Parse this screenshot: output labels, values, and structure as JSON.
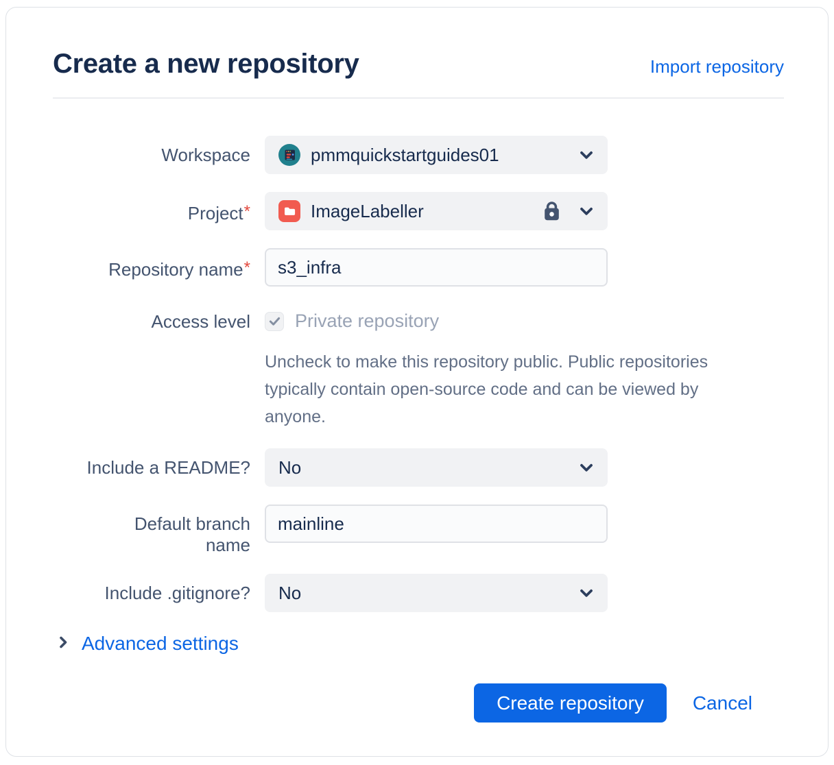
{
  "colors": {
    "accent_blue": "#0C66E4",
    "heading_text": "#172B4D",
    "label_text": "#44546F",
    "value_text": "#172B4D",
    "help_text": "#626F86",
    "disabled_text": "#99A3B5",
    "select_background": "#F1F2F4",
    "input_background": "#FAFBFC",
    "input_border": "#DFE1E6",
    "card_border": "#DEE1E6",
    "divider": "#EBECF0",
    "required_asterisk": "#E2483D",
    "project_icon_red": "#F15B50",
    "workspace_avatar_teal": "#20808D",
    "primary_button_bg": "#0C66E4",
    "primary_button_text": "#FFFFFF"
  },
  "header": {
    "title": "Create a new repository",
    "import_link": "Import repository"
  },
  "form": {
    "workspace": {
      "label": "Workspace",
      "value": "pmmquickstartguides01",
      "icon": "workspace-avatar-icon"
    },
    "project": {
      "label": "Project",
      "required_mark": "*",
      "value": "ImageLabeller",
      "icon": "project-avatar-icon",
      "lock_icon": "lock-icon"
    },
    "repository_name": {
      "label": "Repository name",
      "required_mark": "*",
      "value": "s3_infra"
    },
    "access_level": {
      "label": "Access level",
      "checkbox_checked": true,
      "checkbox_label": "Private repository",
      "help_text": "Uncheck to make this repository public. Public repositories typically contain open-source code and can be viewed by anyone."
    },
    "include_readme": {
      "label": "Include a README?",
      "value": "No"
    },
    "default_branch": {
      "label": "Default branch name",
      "value": "mainline"
    },
    "include_gitignore": {
      "label": "Include .gitignore?",
      "value": "No"
    }
  },
  "advanced": {
    "label": "Advanced settings"
  },
  "footer": {
    "create_button": "Create repository",
    "cancel_button": "Cancel"
  }
}
